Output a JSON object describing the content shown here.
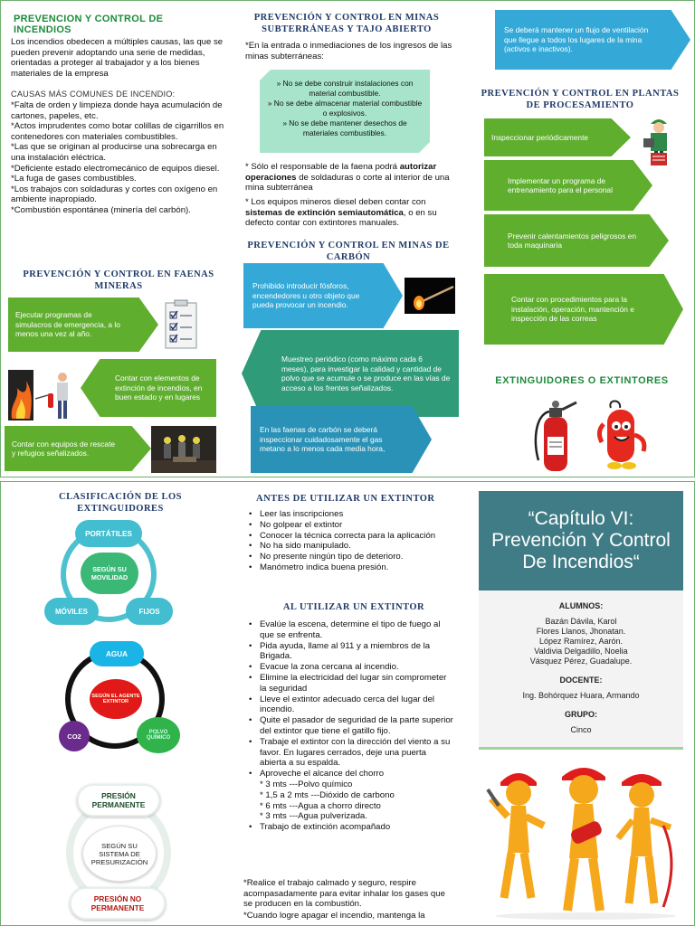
{
  "colors": {
    "green_title": "#1e8a3c",
    "navy_title": "#1f3a68",
    "arrow_green": "#5fae2e",
    "arrow_blue": "#34a9d8",
    "arrow_teal": "#2f9b78",
    "cover_teal": "#3f7c86"
  },
  "col1": {
    "title": "PREVENCION Y CONTROL DE INCENDIOS",
    "intro": "Los incendios obedecen a múltiples causas, las que se pueden prevenir adoptando una serie de medidas, orientadas a proteger al trabajador y a los bienes materiales de la empresa",
    "causes_heading": "CAUSAS MÁS COMUNES DE INCENDIO:",
    "causes": [
      "*Falta de orden y limpieza donde haya acumulación de cartones, papeles, etc.",
      "*Actos imprudentes como botar colillas de cigarrillos en contenedores con materiales combustibles.",
      "*Las que se originan al producirse una sobrecarga en una instalación eléctrica.",
      "*Deficiente estado electromecánico de equipos diesel.",
      "*La fuga de gases combustibles.",
      "*Los trabajos con soldaduras y cortes con oxígeno en ambiente inapropiado.",
      "*Combustión espontánea (minería del carbón)."
    ],
    "faenas_title": "PREVENCIÓN Y CONTROL EN FAENAS MINERAS",
    "faenas_arrows": [
      "Ejecutar programas de simulacros de emergencia, a lo menos una vez al año.",
      "Contar con elementos de extinción de incendios, en buen estado y en lugares",
      "Contar con equipos de rescate y refugios señalizados."
    ]
  },
  "col2": {
    "title": "PREVENCIÓN Y CONTROL EN MINAS SUBTERRÁNEAS Y TAJO ABIERTO",
    "intro": "*En la entrada o inmediaciones de los ingresos de las minas subterráneas:",
    "box_items": [
      "» No se debe construir instalaciones con material combustible.",
      "» No se debe almacenar material combustible o explosivos.",
      "» No se debe mantener desechos de materiales combustibles."
    ],
    "para1_a": "* Sólo el responsable de la faena podrá ",
    "para1_b": "autorizar operaciones",
    "para1_c": " de soldaduras o corte al interior de una mina subterránea",
    "para2_a": "* Los equipos mineros diesel deben contar con ",
    "para2_b": "sistemas de extinción semiautomática",
    "para2_c": ", o en su defecto contar con extintores manuales.",
    "carbon_title": "PREVENCIÓN Y CONTROL EN MINAS DE CARBÓN",
    "carbon_arrows": [
      "Prohibido introducir fósforos, encendedores u otro objeto que pueda provocar un incendio.",
      "Muestreo periódico (como máximo cada 6 meses), para investigar la calidad y cantidad de polvo que se acumule o se produce en las vías de acceso a los frentes señalizados.",
      "En las faenas de carbón se deberá inspeccionar cuidadosamente el gas metano a lo menos cada media hora,"
    ]
  },
  "col3": {
    "top_arrow": "Se deberá mantener un flujo de ventilación que llegue a todos los lugares de la mina (activos e inactivos).",
    "plantas_title": "PREVENCIÓN Y CONTROL EN PLANTAS DE PROCESAMIENTO",
    "plantas_arrows": [
      "Inspeccionar periódicamente",
      "Implementar un programa de entrenamiento para el personal",
      "Prevenir calentamientos peligrosos en toda maquinaria",
      "Contar con procedimientos para la instalación, operación, mantención e inspección de las correas"
    ],
    "ext_title": "EXTINGUIDORES O EXTINTORES"
  },
  "col4": {
    "title": "CLASIFICACIÓN DE LOS EXTINGUIDORES",
    "cycle1": {
      "top": "PORTÁTILES",
      "center": "SEGÚN SU MOVILIDAD",
      "left": "MÓVILES",
      "right": "FIJOS"
    },
    "cycle2": {
      "top": "AGUA",
      "center": "SEGÚN EL AGENTE EXTINTOR",
      "left": "CO2",
      "right": "POLVO QUÍMICO"
    },
    "cycle3": {
      "top": "PRESIÓN PERMANENTE",
      "center": "SEGÚN SU SISTEMA DE PRESURIZACIÓN",
      "bottom": "PRESIÓN NO PERMANENTE"
    }
  },
  "col5": {
    "before_title": "ANTES DE UTILIZAR UN EXTINTOR",
    "before_items": [
      "Leer las inscripciones",
      "No golpear el extintor",
      "Conocer la técnica correcta para la aplicación",
      "No ha sido manipulado.",
      "No presente ningún tipo de deterioro.",
      "Manómetro indica buena presión."
    ],
    "using_title": "AL UTILIZAR UN EXTINTOR",
    "using_items": [
      "Evalúe la escena, determine el tipo de fuego al que se enfrenta.",
      " Pida ayuda, llame al 911  y a miembros de la Brigada.",
      " Evacue la zona cercana al incendio.",
      "Elimine la electricidad del lugar sin comprometer la seguridad",
      "Lleve el extintor adecuado cerca del lugar del incendio.",
      "Quite el pasador de seguridad de la parte superior del extintor que tiene el gatillo fijo.",
      "Trabaje el extintor con la dirección del viento a su favor. En lugares cerrados, deje una puerta abierta a su espalda.",
      "Aproveche el alcance del chorro"
    ],
    "ranges": [
      "* 3 mts ---Polvo químico",
      "* 1,5 a 2 mts ---Dióxido de carbono",
      "* 6 mts ---Agua a chorro directo",
      "* 3 mts ---Agua pulverizada."
    ],
    "last_item": "Trabajo de extinción acompañado",
    "closing": "*Realice el trabajo calmado y seguro, respire acompasadamente para evitar inhalar los gases que se producen en la combustión.",
    "closing2": "*Cuando logre apagar el incendio, mantenga la"
  },
  "cover": {
    "title": "“Capítulo VI: Prevención Y Control De Incendios“",
    "students_label": "ALUMNOS:",
    "students": [
      "Bazán Dávila, Karol",
      "Flores Llanos, Jhonatan.",
      "López Ramírez, Aarón.",
      "Valdivia Delgadillo, Noelia",
      "Vásquez Pérez, Guadalupe."
    ],
    "teacher_label": "DOCENTE:",
    "teacher": "Ing. Bohórquez Huara, Armando",
    "group_label": "GRUPO:",
    "group": "Cinco"
  }
}
